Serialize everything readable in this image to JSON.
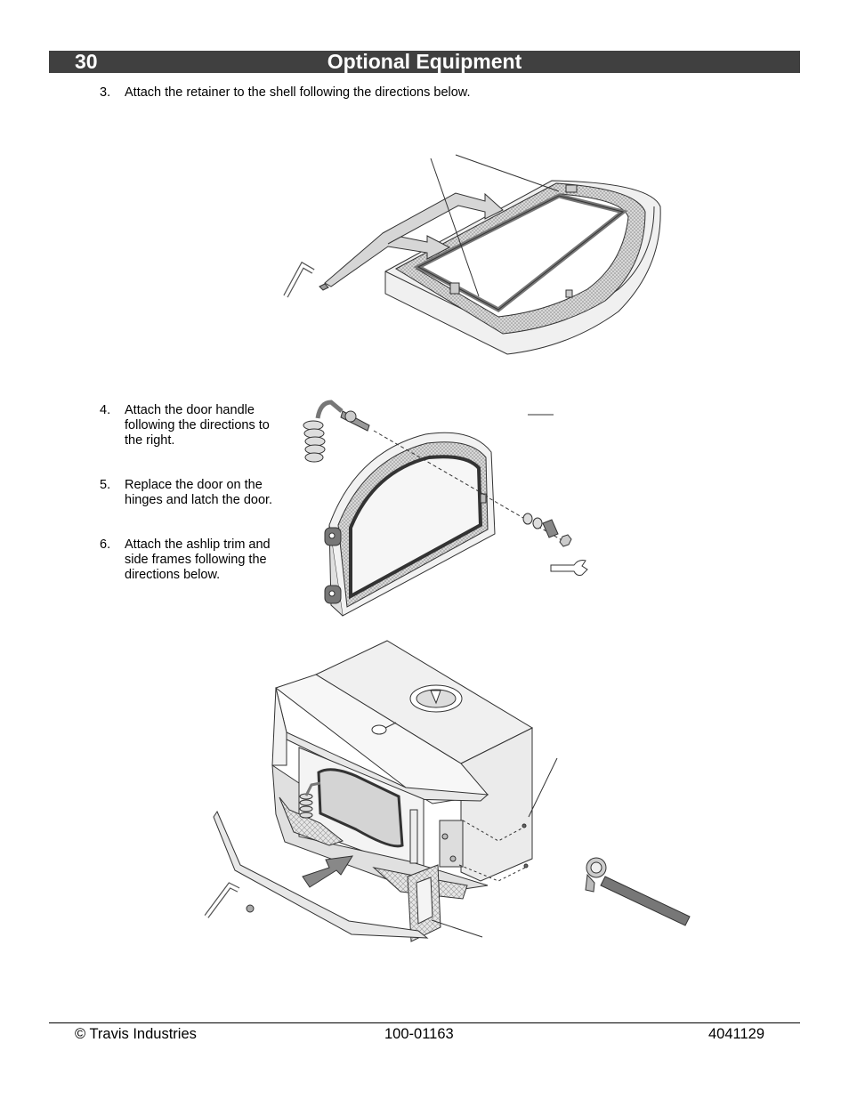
{
  "header": {
    "page_number": "30",
    "title": "Optional Equipment"
  },
  "steps": [
    {
      "number": "3.",
      "text": "Attach the retainer to the shell following the directions below."
    },
    {
      "number": "4.",
      "lines": [
        "Attach the door handle",
        "following the directions to",
        "the right."
      ]
    },
    {
      "number": "5.",
      "lines": [
        "Replace the door on the",
        "hinges and latch the door."
      ]
    },
    {
      "number": "6.",
      "lines": [
        "Attach the ashlip trim and",
        "side frames following the",
        "directions below."
      ]
    }
  ],
  "footer": {
    "left": "© Travis Industries",
    "center": "100-01163",
    "right": "4041129"
  },
  "colors": {
    "header_bar": "#404040",
    "header_text": "#ffffff",
    "line_art": "#333333",
    "gasket": "#bdbdbd"
  }
}
